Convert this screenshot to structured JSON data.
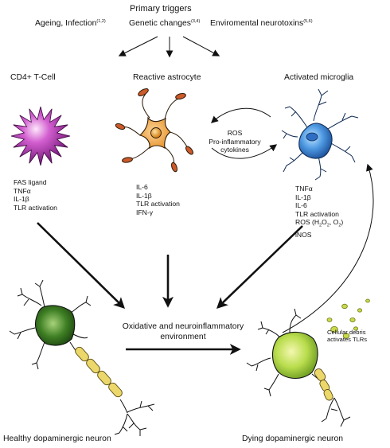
{
  "title": "Primary triggers",
  "triggers": {
    "ageing": {
      "text": "Ageing, Infection",
      "ref": "(1,2)"
    },
    "genetic": {
      "text": "Genetic changes",
      "ref": "(3,4)"
    },
    "toxins": {
      "text": "Enviromental neurotoxins",
      "ref": "(5,6)"
    }
  },
  "cells": {
    "tcell": {
      "label": "CD4+ T-Cell",
      "markers": [
        "FAS ligand",
        "TNFα",
        "IL-1β",
        "TLR activation"
      ]
    },
    "astrocyte": {
      "label": "Reactive astrocyte",
      "markers": [
        "IL-6",
        "IL-1β",
        "TLR activation",
        "IFN-γ"
      ]
    },
    "microglia": {
      "label": "Activated microglia",
      "markers": [
        "TNFα",
        "IL-1β",
        "IL-6",
        "TLR activation"
      ],
      "ros": {
        "base": "ROS (H",
        "sub1": "2",
        "mid1": "O",
        "sub2": "2",
        "mid2": ", O",
        "sub3": "2",
        "end": ")"
      },
      "extra": "iNOS"
    }
  },
  "cycle": {
    "line1": "ROS",
    "line2": "Pro-inflammatory",
    "line3": "cytokines"
  },
  "environment": {
    "line1": "Oxidative and neuroinflammatory",
    "line2": "environment"
  },
  "debris": {
    "line1": "Cellular debris",
    "line2": "activates TLRs"
  },
  "neurons": {
    "healthy": "Healthy dopaminergic neuron",
    "dying": "Dying dopaminergic neuron"
  }
}
